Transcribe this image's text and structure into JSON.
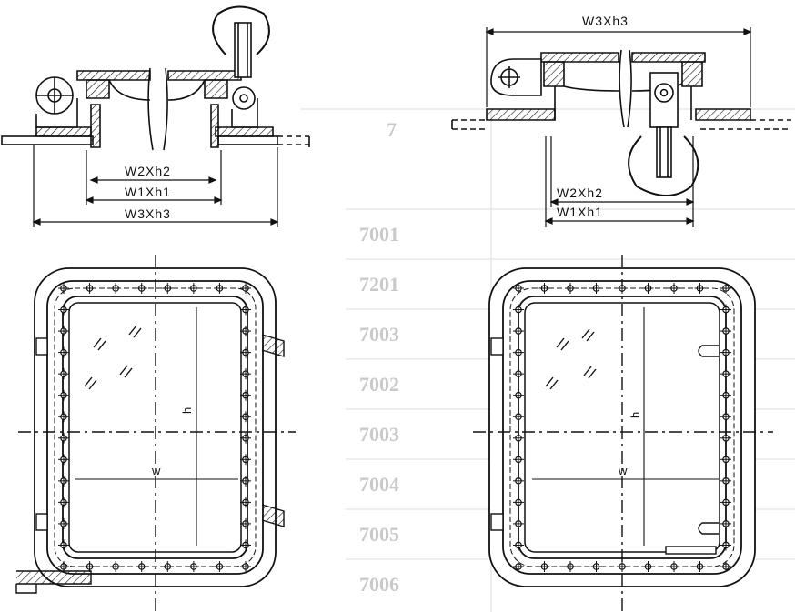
{
  "left_section": {
    "dims": [
      "W2Xh2",
      "W1Xh1",
      "W3Xh3"
    ]
  },
  "right_section": {
    "dims": [
      "W3Xh3",
      "W2Xh2",
      "W1Xh1"
    ]
  },
  "left_plan": {
    "w_label": "w",
    "h_label": "h"
  },
  "right_plan": {
    "w_label": "w",
    "h_label": "h"
  },
  "faint_background": {
    "codes": [
      "7",
      "7001",
      "7201",
      "7003",
      "7002",
      "7003",
      "7004",
      "7005",
      "7006"
    ]
  },
  "colors": {
    "line": "#111111",
    "background": "#ffffff",
    "ghost": "#c9c9c9"
  }
}
